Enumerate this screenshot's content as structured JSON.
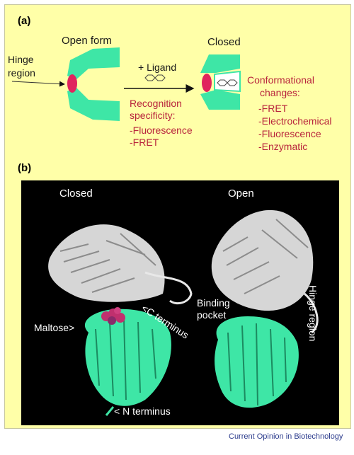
{
  "panel_a": {
    "label": "(a)",
    "open_form_title": "Open form",
    "closed_title": "Closed",
    "hinge_label": [
      "Hinge",
      "region"
    ],
    "ligand_label": "+ Ligand",
    "recognition_lines": [
      "Recognition",
      "specificity:",
      "-Fluorescence",
      "-FRET"
    ],
    "conformational_lines": [
      "Conformational",
      "changes:",
      "-FRET",
      "-Electrochemical",
      "-Fluorescence",
      "-Enzymatic"
    ]
  },
  "panel_b": {
    "label": "(b)",
    "closed_title": "Closed",
    "open_title": "Open",
    "maltose_label": "Maltose>",
    "c_terminus_label": "<C terminus",
    "n_terminus_label": "< N terminus",
    "binding_pocket_lines": [
      "Binding",
      "pocket"
    ],
    "hinge_region_label": "Hinge region"
  },
  "credit": "Current Opinion in Biotechnology",
  "colors": {
    "background": "#ffffa8",
    "domain_green": "#3ee6a6",
    "hinge_red": "#e0245e",
    "text_red": "#b8243c",
    "protein_white": "#e8e8e8",
    "ligand_magenta": "#c0306e"
  }
}
